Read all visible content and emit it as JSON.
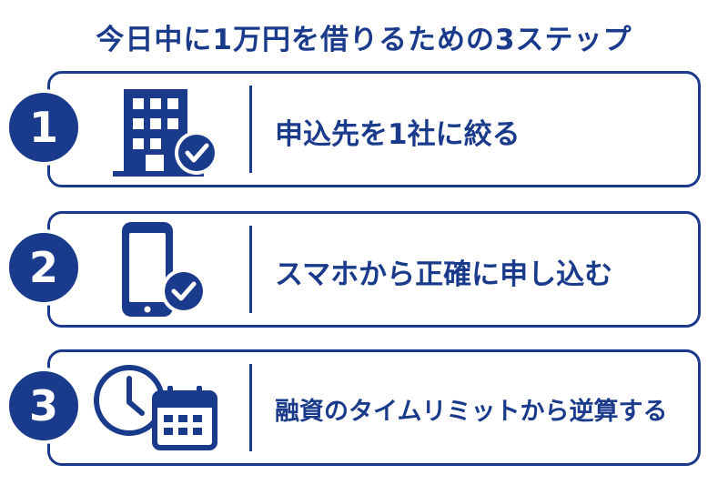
{
  "title": "今日中に1万円を借りるための3ステップ",
  "colors": {
    "accent": "#1a3a8c",
    "background": "#ffffff"
  },
  "steps": [
    {
      "number": "1",
      "label": "申込先を1社に絞る",
      "icon": "building-check-icon"
    },
    {
      "number": "2",
      "label": "スマホから正確に申し込む",
      "icon": "smartphone-check-icon"
    },
    {
      "number": "3",
      "label": "融資のタイムリミットから逆算する",
      "icon": "clock-calendar-icon"
    }
  ]
}
